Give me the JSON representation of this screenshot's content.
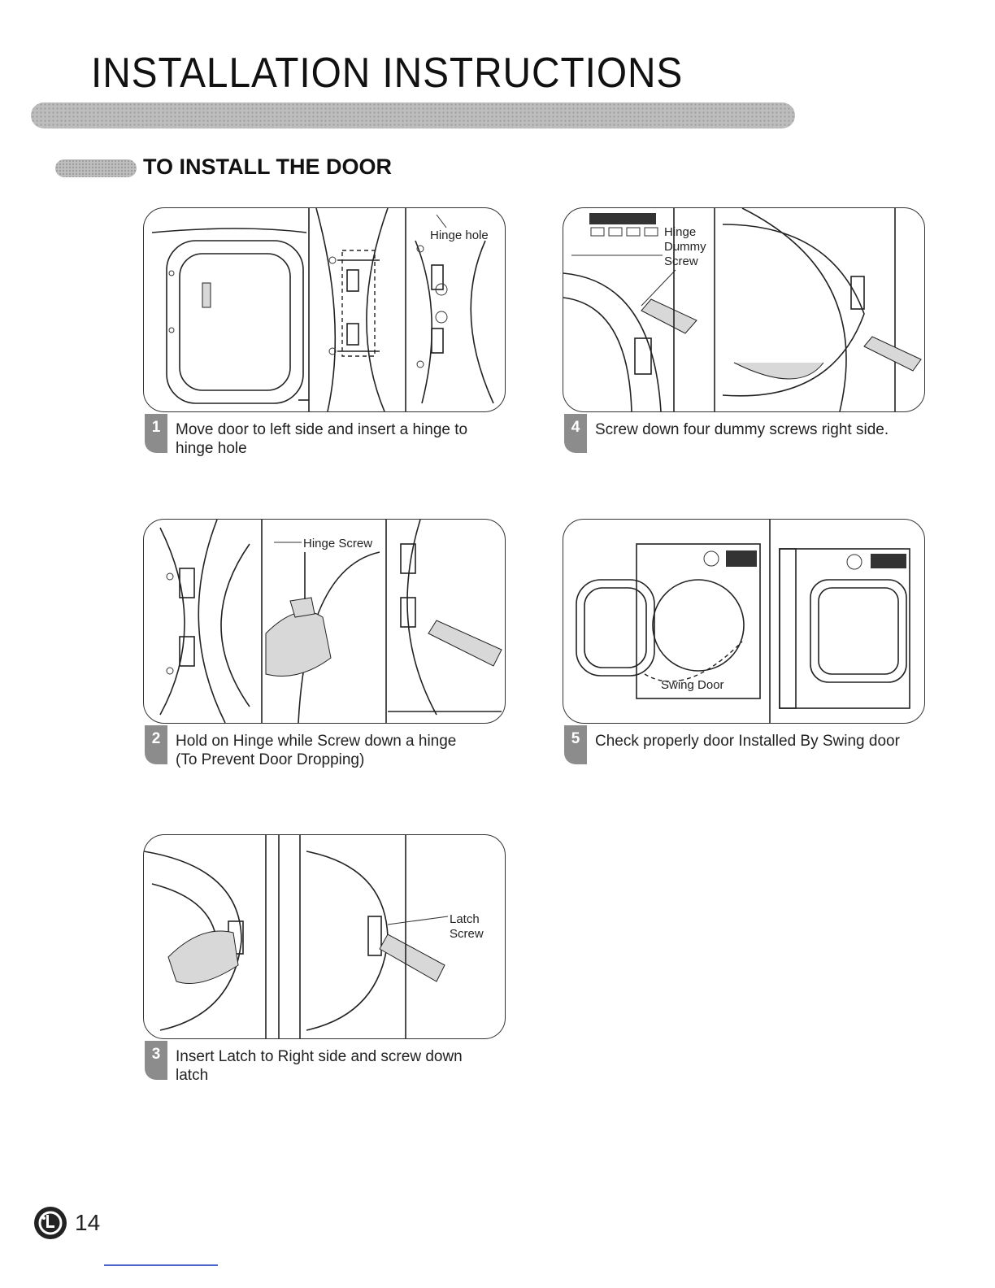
{
  "header": {
    "title": "INSTALLATION INSTRUCTIONS",
    "section_title": "TO INSTALL THE DOOR"
  },
  "steps": [
    {
      "number": "1",
      "caption_line1": "Move door to left side and insert a hinge to",
      "caption_line2": "hinge hole",
      "callouts": [
        "Hinge hole"
      ]
    },
    {
      "number": "2",
      "caption_line1": "Hold on Hinge while Screw down a hinge",
      "caption_line2": "(To Prevent Door Dropping)",
      "callouts": [
        "Hinge Screw"
      ]
    },
    {
      "number": "3",
      "caption_line1": "Insert Latch to Right side and screw down",
      "caption_line2": "latch",
      "callouts": [
        "Latch",
        "Screw"
      ]
    },
    {
      "number": "4",
      "caption_line1": "Screw down four dummy screws right side.",
      "caption_line2": "",
      "callouts": [
        "Hinge",
        "Dummy",
        "Screw"
      ]
    },
    {
      "number": "5",
      "caption_line1": "Check properly door Installed By Swing door",
      "caption_line2": "",
      "callouts": [
        "Swing Door"
      ]
    }
  ],
  "footer": {
    "page_number": "14",
    "logo_icon": "lg-logo-icon"
  },
  "colors": {
    "badge": "#8c8c8c",
    "bar": "#bdbdbd",
    "footer_rule": "#4a63c8"
  }
}
